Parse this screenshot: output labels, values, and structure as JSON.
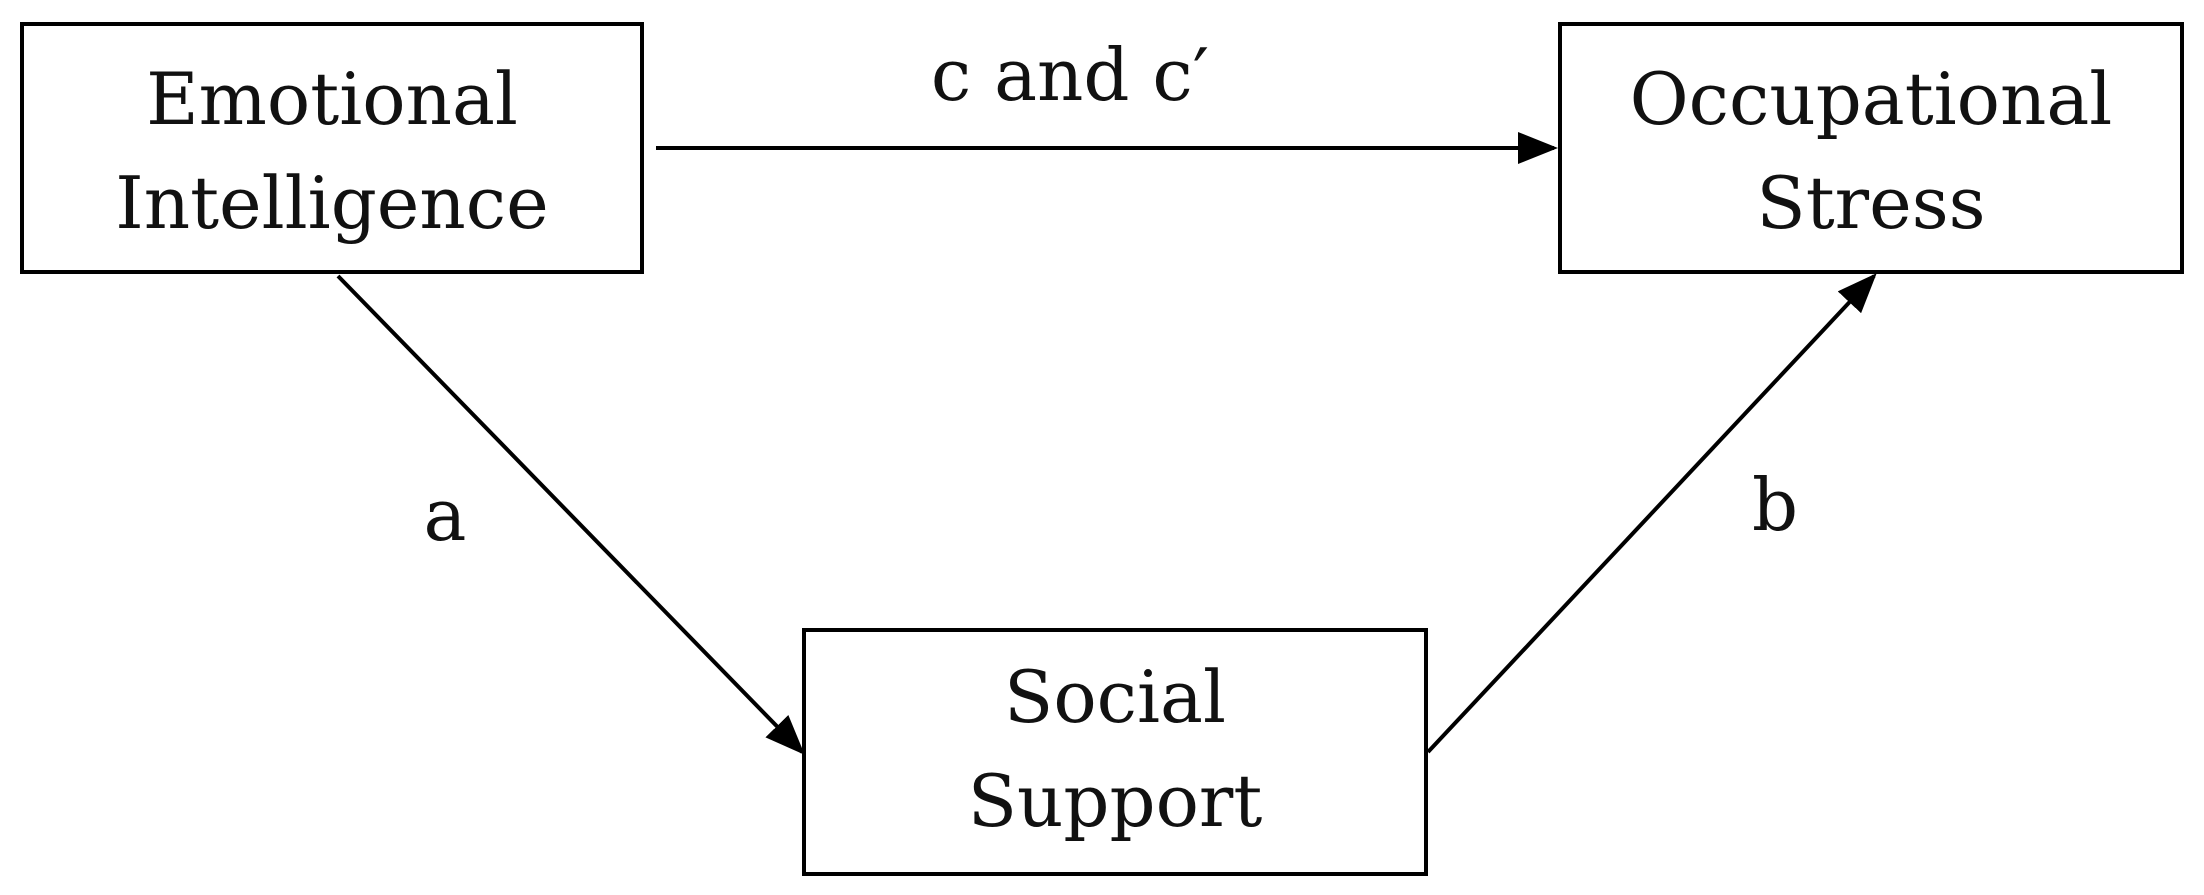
{
  "nodes": {
    "emotional_intelligence": {
      "line1": "Emotional",
      "line2": "Intelligence"
    },
    "occupational_stress": {
      "line1": "Occupational",
      "line2": "Stress"
    },
    "social_support": {
      "line1": "Social",
      "line2": "Support"
    }
  },
  "edges": {
    "c": {
      "label": "c and c′"
    },
    "a": {
      "label": "a"
    },
    "b": {
      "label": "b"
    }
  },
  "colors": {
    "stroke": "#000000",
    "text": "#111111",
    "background": "#ffffff"
  }
}
